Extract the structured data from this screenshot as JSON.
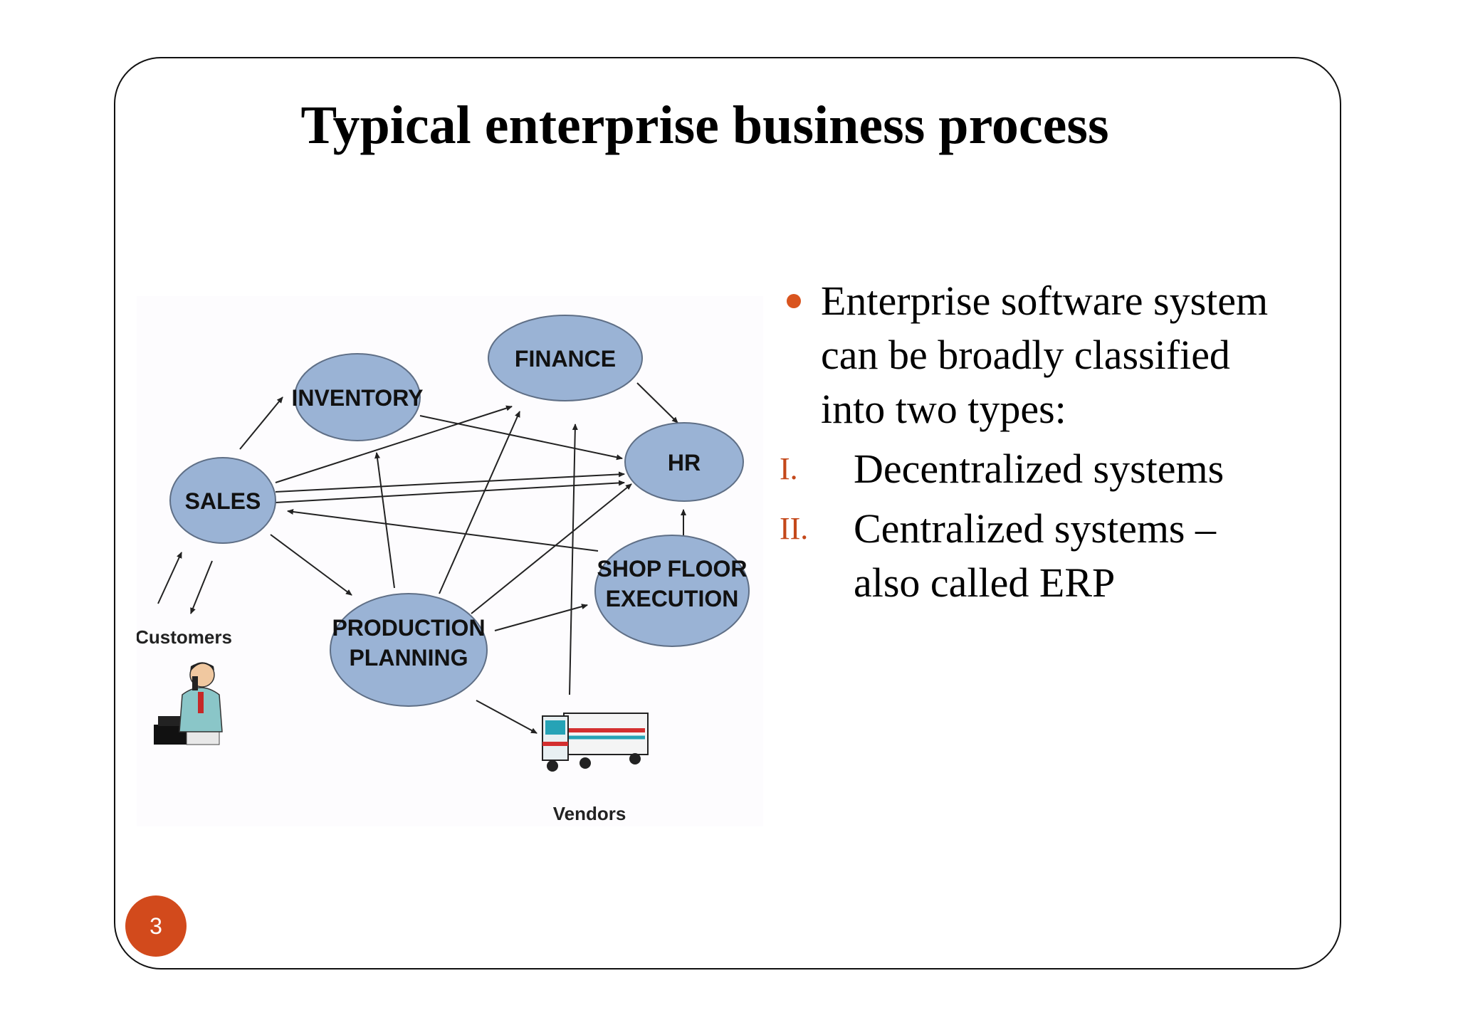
{
  "slide": {
    "title": "Typical enterprise business process",
    "page_number": "3",
    "accent_color": "#d24a1c"
  },
  "diagram": {
    "nodes": [
      {
        "id": "finance",
        "label_lines": [
          "FINANCE"
        ]
      },
      {
        "id": "inventory",
        "label_lines": [
          "INVENTORY"
        ]
      },
      {
        "id": "hr",
        "label_lines": [
          "HR"
        ]
      },
      {
        "id": "sales",
        "label_lines": [
          "SALES"
        ]
      },
      {
        "id": "shop_floor",
        "label_lines": [
          "SHOP FLOOR",
          "EXECUTION"
        ]
      },
      {
        "id": "production",
        "label_lines": [
          "PRODUCTION",
          "PLANNING"
        ]
      }
    ],
    "actors": {
      "customers": "Customers",
      "vendors": "Vendors"
    },
    "node_color": "#9ab3d5"
  },
  "content": {
    "bullet": "Enterprise software system can be broadly classified into two types:",
    "items": [
      {
        "marker": "I.",
        "text": "Decentralized systems"
      },
      {
        "marker": "II.",
        "text": "Centralized systems – also called  ERP"
      }
    ]
  }
}
